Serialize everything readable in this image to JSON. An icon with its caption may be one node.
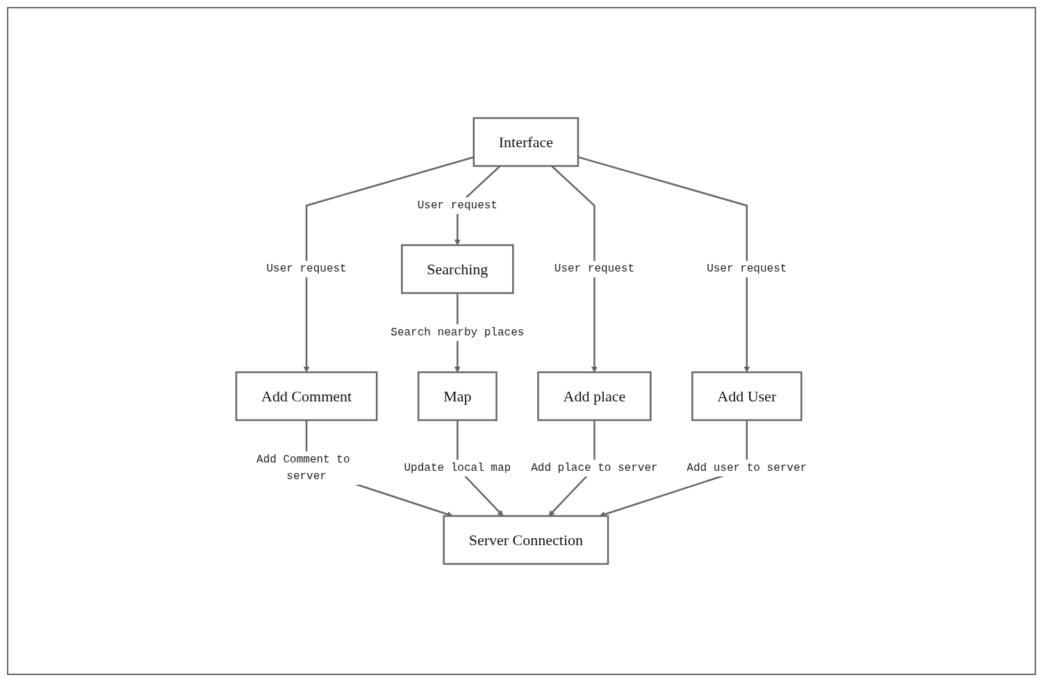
{
  "diagram": {
    "nodes": [
      {
        "text": [
          "Interface"
        ]
      },
      {
        "text": [
          "Searching"
        ]
      },
      {
        "text": [
          "Add Comment"
        ]
      },
      {
        "text": [
          "Add place"
        ]
      },
      {
        "text": [
          "Add User"
        ]
      },
      {
        "text": [
          "Map"
        ]
      },
      {
        "text": [
          "Server Connection"
        ]
      }
    ],
    "edges": [
      {
        "from": 0,
        "to": 1,
        "arrow": "to",
        "label": "User request"
      },
      {
        "from": 0,
        "to": 2,
        "arrow": "to",
        "label": "User request"
      },
      {
        "from": 0,
        "to": 3,
        "arrow": "to",
        "label": "User request"
      },
      {
        "from": 0,
        "to": 4,
        "arrow": "to",
        "label": "User request"
      },
      {
        "from": 1,
        "to": 5,
        "arrow": "to",
        "label": "Search nearby places"
      },
      {
        "from": 2,
        "to": 6,
        "arrow": "to",
        "label": "Add Comment to server"
      },
      {
        "from": 5,
        "to": 6,
        "arrow": "to",
        "label": "Update local map"
      },
      {
        "from": 3,
        "to": 6,
        "arrow": "to",
        "label": "Add place to server"
      },
      {
        "from": 4,
        "to": 6,
        "arrow": "to",
        "label": "Add user to server"
      }
    ]
  }
}
